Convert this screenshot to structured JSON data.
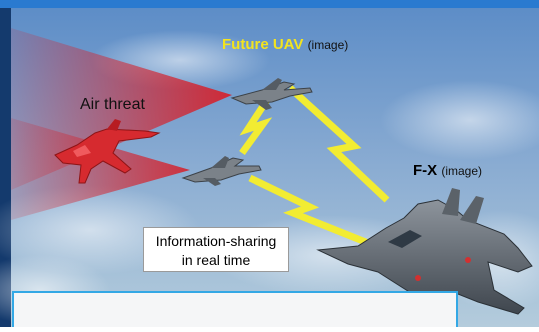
{
  "colors": {
    "frame_blue": "#1a61b4",
    "side_bar": "#143a6d",
    "sky_top": "#5d8dc7",
    "sky_bottom": "#b4ccdc",
    "threat_cone": "#d4232e",
    "link_yellow": "#f2ec32",
    "uav_label_yellow": "#f3e41e",
    "panel_border": "#33a8e5"
  },
  "icons": {
    "threat_aircraft": "red-fighter-jet-icon",
    "uav": "stealth-uav-icon",
    "fx": "stealth-fighter-icon",
    "link": "lightning-datalink-icon"
  },
  "labels": {
    "future_uav": {
      "name": "Future UAV",
      "note": "(image)"
    },
    "fx": {
      "name": "F-X",
      "note": "(image)"
    },
    "air_threat": "Air threat",
    "info_sharing": {
      "line1": "Information-sharing",
      "line2": "in real time"
    }
  }
}
